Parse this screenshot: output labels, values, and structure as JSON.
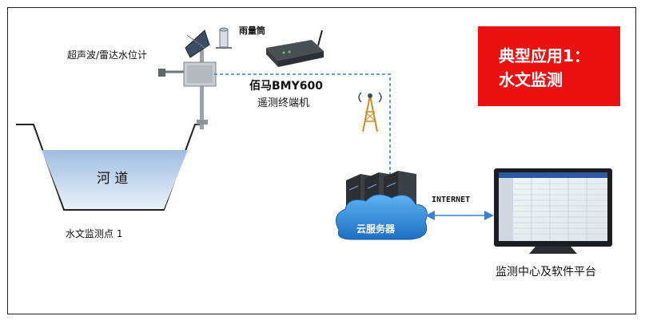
{
  "banner": {
    "line1": "典型应用1：",
    "line2": "水文监测",
    "color": "#ec1111"
  },
  "labels": {
    "ultrasonic": "超声波/雷达水位计",
    "rain_gauge": "雨量筒",
    "rtu_model": "佰马BMY600",
    "rtu_desc": "遥测终端机",
    "river": "河 道",
    "station": "水文监测点 1",
    "internet": "INTERNET",
    "cloud": "云服务器",
    "center": "监测中心及软件平台"
  },
  "colors": {
    "link": "#3f7fd0",
    "water": "#bcd3ea",
    "cloud": "#2f86d6",
    "frame": "#222222"
  },
  "icons": [
    "water-level-sensor-icon",
    "rain-gauge-icon",
    "rtu-terminal-icon",
    "antenna-tower-icon",
    "server-rack-icon",
    "cloud-icon",
    "monitor-icon"
  ]
}
